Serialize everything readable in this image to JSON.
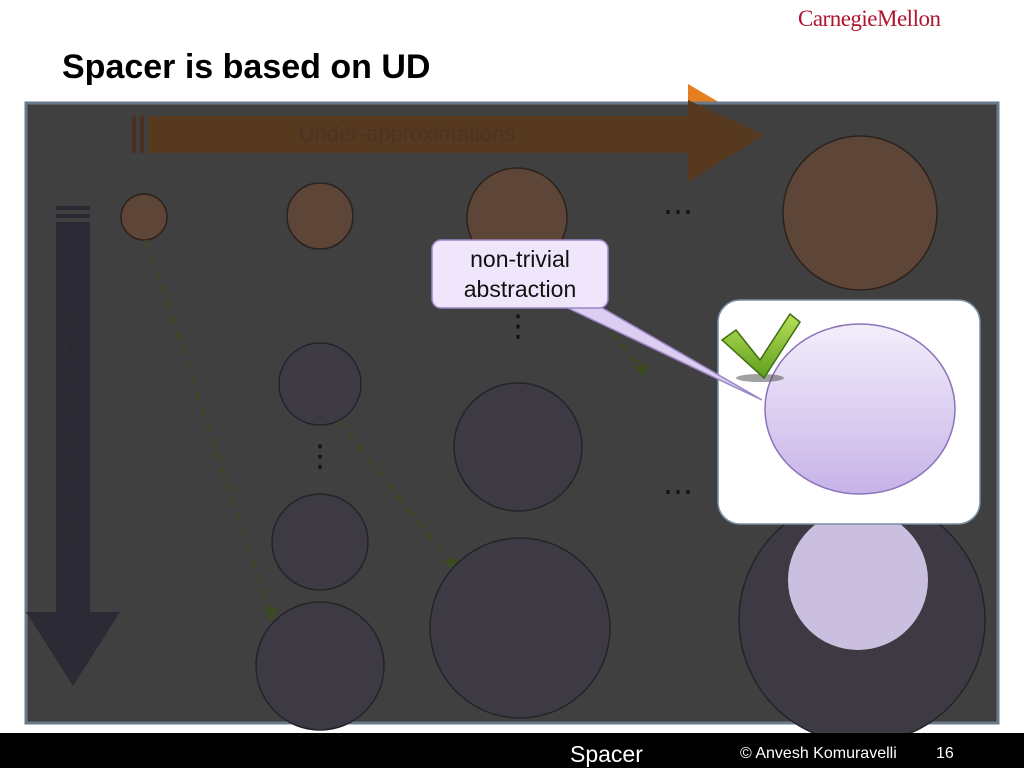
{
  "header": {
    "logo_text": "CarnegieMellon",
    "title": "Spacer is based on UD"
  },
  "diagram": {
    "under_approx_label": "Under-approximations",
    "abstract_label": "Abstract",
    "abstract_letters": [
      "A",
      "b",
      "s",
      "t",
      "r",
      "a",
      "c",
      "t"
    ],
    "ellipsis_h": "…",
    "ellipsis_v": "⋮",
    "callout_line1": "non-trivial",
    "callout_line2": "abstraction",
    "checkmark_icon": "check-icon"
  },
  "colors": {
    "overlay": "#404040",
    "brown_arrow": "#5a3a26",
    "orange_tip": "#e67e22",
    "brown_circle": "#5d4537",
    "dark_circle": "#3d3a44",
    "lavender": "#d8c9ef",
    "check_green": "#8ec63f",
    "cmu_red": "#b0152f"
  },
  "footer": {
    "topic": "Spacer",
    "author": "© Anvesh Komuravelli",
    "page": "16"
  }
}
